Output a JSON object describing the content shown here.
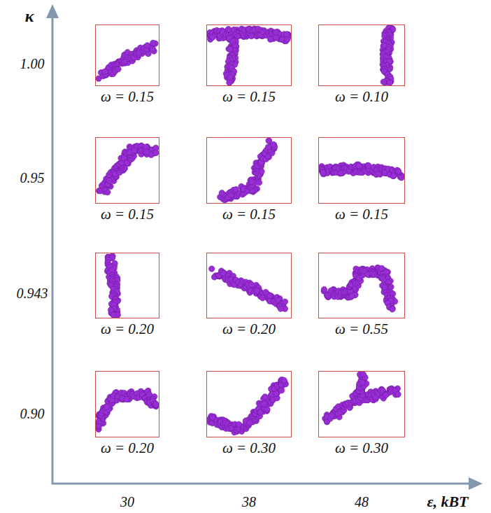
{
  "diagram": {
    "nodes": [
      {
        "text": [
          "ω = 0.15"
        ]
      },
      {
        "text": [
          "ω = 0.15"
        ]
      },
      {
        "text": [
          "ω = 0.10"
        ]
      },
      {
        "text": [
          "ω = 0.15"
        ]
      },
      {
        "text": [
          "ω = 0.15"
        ]
      },
      {
        "text": [
          "ω = 0.15"
        ]
      },
      {
        "text": [
          "ω = 0.20"
        ]
      },
      {
        "text": [
          "ω = 0.20"
        ]
      },
      {
        "text": [
          "ω = 0.55"
        ]
      },
      {
        "text": [
          "ω = 0.20"
        ]
      },
      {
        "text": [
          "ω = 0.30"
        ]
      },
      {
        "text": [
          "ω = 0.30"
        ]
      }
    ],
    "labels": [
      "κ",
      "1.00",
      "0.95",
      "0.943",
      "0.90",
      "30",
      "38",
      "48",
      "ε, kBT"
    ]
  }
}
